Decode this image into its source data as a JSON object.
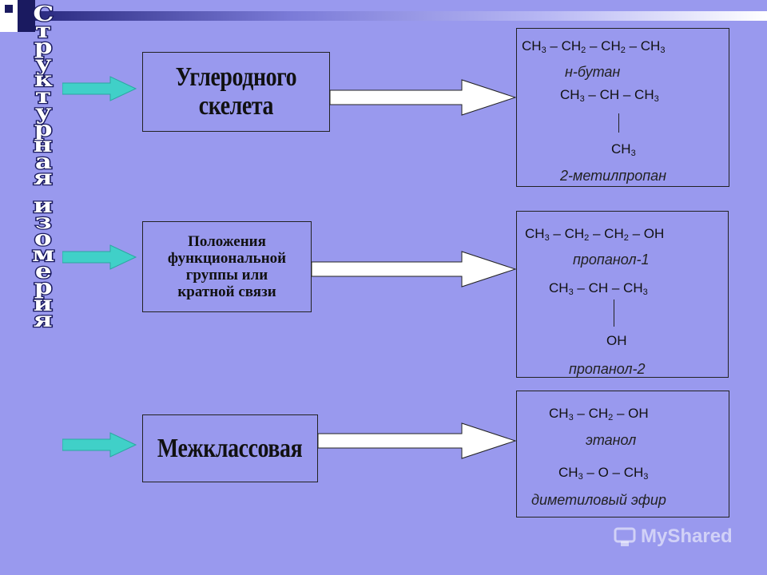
{
  "vertical_title": [
    "С",
    "т",
    "р",
    "у",
    "к",
    "т",
    "у",
    "р",
    "н",
    "а",
    "я",
    "",
    "и",
    "з",
    "о",
    "м",
    "е",
    "р",
    "и",
    "я"
  ],
  "categories": [
    {
      "label": "Углеродного\nскелета"
    },
    {
      "label": "Положения\nфункциональной\nгруппы или\nкратной связи"
    },
    {
      "label": "Межклассовая"
    }
  ],
  "examples": {
    "skeleton": {
      "formula1": [
        "CH",
        "3",
        " – CH",
        "2",
        " – CH",
        "2",
        " – CH",
        "3"
      ],
      "name1": "н-бутан",
      "formula2": [
        "CH",
        "3",
        " – CH – CH",
        "3"
      ],
      "branch": [
        "CH",
        "3"
      ],
      "name2": "2-метилпропан"
    },
    "position": {
      "formula1": [
        "CH",
        "3",
        " – CH",
        "2",
        " – CH",
        "2",
        " – OH"
      ],
      "name1": "пропанол-1",
      "formula2": [
        "CH",
        "3",
        " – CH – CH",
        "3"
      ],
      "branch": "OH",
      "name2": "пропанол-2"
    },
    "interclass": {
      "formula1": [
        "CH",
        "3",
        " – CH",
        "2",
        " – OH"
      ],
      "name1": "этанол",
      "formula2": [
        "CH",
        "3",
        " – O – CH",
        "3"
      ],
      "name2": "диметиловый эфир"
    }
  },
  "watermark": "MyShared",
  "colors": {
    "background": "#9999ee",
    "arrow_fill": "#40d0c8",
    "title_fill": "#ffffff",
    "title_outline": "#1a1a60"
  }
}
